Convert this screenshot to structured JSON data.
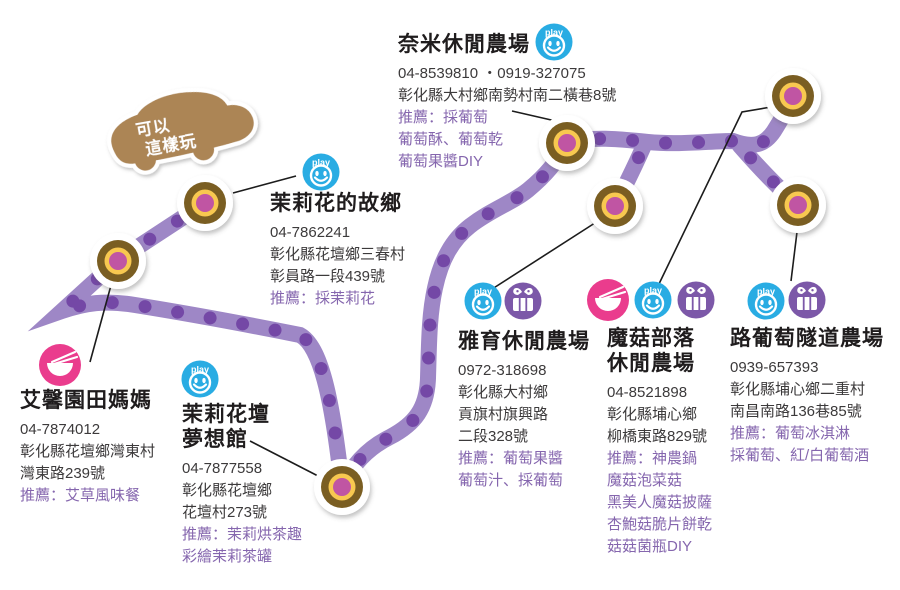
{
  "car": {
    "line1": "可以",
    "line2": "這樣玩"
  },
  "icons": {
    "play_label": "play"
  },
  "colors": {
    "route_band": "#9E87C6",
    "route_dot": "#7448A6",
    "node_brown": "#7A5E22",
    "node_yellow": "#F8C850",
    "node_magenta": "#C055A3",
    "play_blue": "#29ACE3",
    "gift_purple": "#7C58A8",
    "food_pink": "#EA3C8D",
    "car_tan": "#AC8554",
    "recommend_purple": "#8566AE"
  },
  "farms": [
    {
      "id": "nami",
      "title": "奈米休閒農場",
      "phone": "04-8539810 ・0919-327075",
      "addr1": "彰化縣大村鄉南勢村南二橫巷8號",
      "rec1": "推薦：採葡萄",
      "rec2": "葡萄酥、葡萄乾",
      "rec3": "葡萄果醬DIY"
    },
    {
      "id": "jasmine-hometown",
      "title": "茉莉花的故鄉",
      "phone": "04-7862241",
      "addr1": "彰化縣花壇鄉三春村",
      "addr2": "彰員路一段439號",
      "rec1": "推薦：採茉莉花"
    },
    {
      "id": "aixin-garden",
      "title": "艾馨園田媽媽",
      "phone": "04-7874012",
      "addr1": "彰化縣花壇鄉灣東村",
      "addr2": "灣東路239號",
      "rec1": "推薦：艾草風味餐"
    },
    {
      "id": "jasmine-dream-hall",
      "title1": "茉莉花壇",
      "title2": "夢想館",
      "phone": "04-7877558",
      "addr1": "彰化縣花壇鄉",
      "addr2": "花壇村273號",
      "rec1": "推薦：茉莉烘茶趣",
      "rec2": "彩繪茉莉茶罐"
    },
    {
      "id": "yayu",
      "title": "雅育休閒農場",
      "phone": "0972-318698",
      "addr1": "彰化縣大村鄉",
      "addr2": "貢旗村旗興路",
      "addr3": "二段328號",
      "rec1": "推薦：葡萄果醬",
      "rec2": "葡萄汁、採葡萄"
    },
    {
      "id": "mushroom-tribe",
      "title1": "魔菇部落",
      "title2": "休閒農場",
      "phone": "04-8521898",
      "addr1": "彰化縣埔心鄉",
      "addr2": "柳橋東路829號",
      "rec1": "推薦：神農鍋",
      "rec2": "魔菇泡菜菇",
      "rec3": "黑美人魔菇披薩",
      "rec4": "杏鮑菇脆片餅乾",
      "rec5": "菇菇菌瓶DIY"
    },
    {
      "id": "grape-tunnel",
      "title": "路葡萄隧道農場",
      "phone": "0939-657393",
      "addr1": "彰化縣埔心鄉二重村",
      "addr2": "南昌南路136巷85號",
      "rec1": "推薦：葡萄冰淇淋",
      "rec2": "採葡萄、紅/白葡萄酒"
    }
  ]
}
